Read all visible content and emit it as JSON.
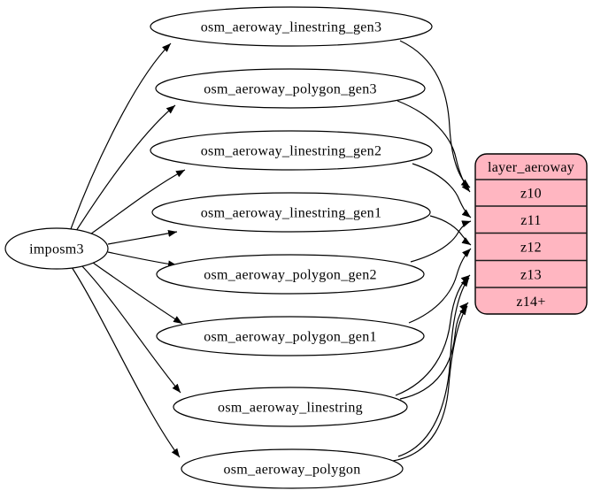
{
  "diagram": {
    "source_node": {
      "label": "imposm3"
    },
    "table_nodes": [
      {
        "label": "osm_aeroway_linestring_gen3"
      },
      {
        "label": "osm_aeroway_polygon_gen3"
      },
      {
        "label": "osm_aeroway_linestring_gen2"
      },
      {
        "label": "osm_aeroway_linestring_gen1"
      },
      {
        "label": "osm_aeroway_polygon_gen2"
      },
      {
        "label": "osm_aeroway_polygon_gen1"
      },
      {
        "label": "osm_aeroway_linestring"
      },
      {
        "label": "osm_aeroway_polygon"
      }
    ],
    "layer_node": {
      "title": "layer_aeroway",
      "zoom_rows": [
        "z10",
        "z11",
        "z12",
        "z13",
        "z14+"
      ]
    },
    "edges": [
      {
        "from": "imposm3",
        "to": "osm_aeroway_linestring_gen3"
      },
      {
        "from": "imposm3",
        "to": "osm_aeroway_polygon_gen3"
      },
      {
        "from": "imposm3",
        "to": "osm_aeroway_linestring_gen2"
      },
      {
        "from": "imposm3",
        "to": "osm_aeroway_linestring_gen1"
      },
      {
        "from": "imposm3",
        "to": "osm_aeroway_polygon_gen2"
      },
      {
        "from": "imposm3",
        "to": "osm_aeroway_polygon_gen1"
      },
      {
        "from": "imposm3",
        "to": "osm_aeroway_linestring"
      },
      {
        "from": "imposm3",
        "to": "osm_aeroway_polygon"
      },
      {
        "from": "osm_aeroway_linestring_gen3",
        "to": "layer_aeroway:z10"
      },
      {
        "from": "osm_aeroway_polygon_gen3",
        "to": "layer_aeroway:z10"
      },
      {
        "from": "osm_aeroway_linestring_gen2",
        "to": "layer_aeroway:z11"
      },
      {
        "from": "osm_aeroway_polygon_gen2",
        "to": "layer_aeroway:z11"
      },
      {
        "from": "osm_aeroway_linestring_gen1",
        "to": "layer_aeroway:z12"
      },
      {
        "from": "osm_aeroway_polygon_gen1",
        "to": "layer_aeroway:z12"
      },
      {
        "from": "osm_aeroway_linestring",
        "to": "layer_aeroway:z13"
      },
      {
        "from": "osm_aeroway_linestring",
        "to": "layer_aeroway:z14+"
      },
      {
        "from": "osm_aeroway_polygon",
        "to": "layer_aeroway:z13"
      },
      {
        "from": "osm_aeroway_polygon",
        "to": "layer_aeroway:z14+"
      }
    ],
    "colors": {
      "layer_fill": "#ffb6c1",
      "node_fill": "#ffffff",
      "stroke": "#000000",
      "background": "#ffffff"
    }
  }
}
